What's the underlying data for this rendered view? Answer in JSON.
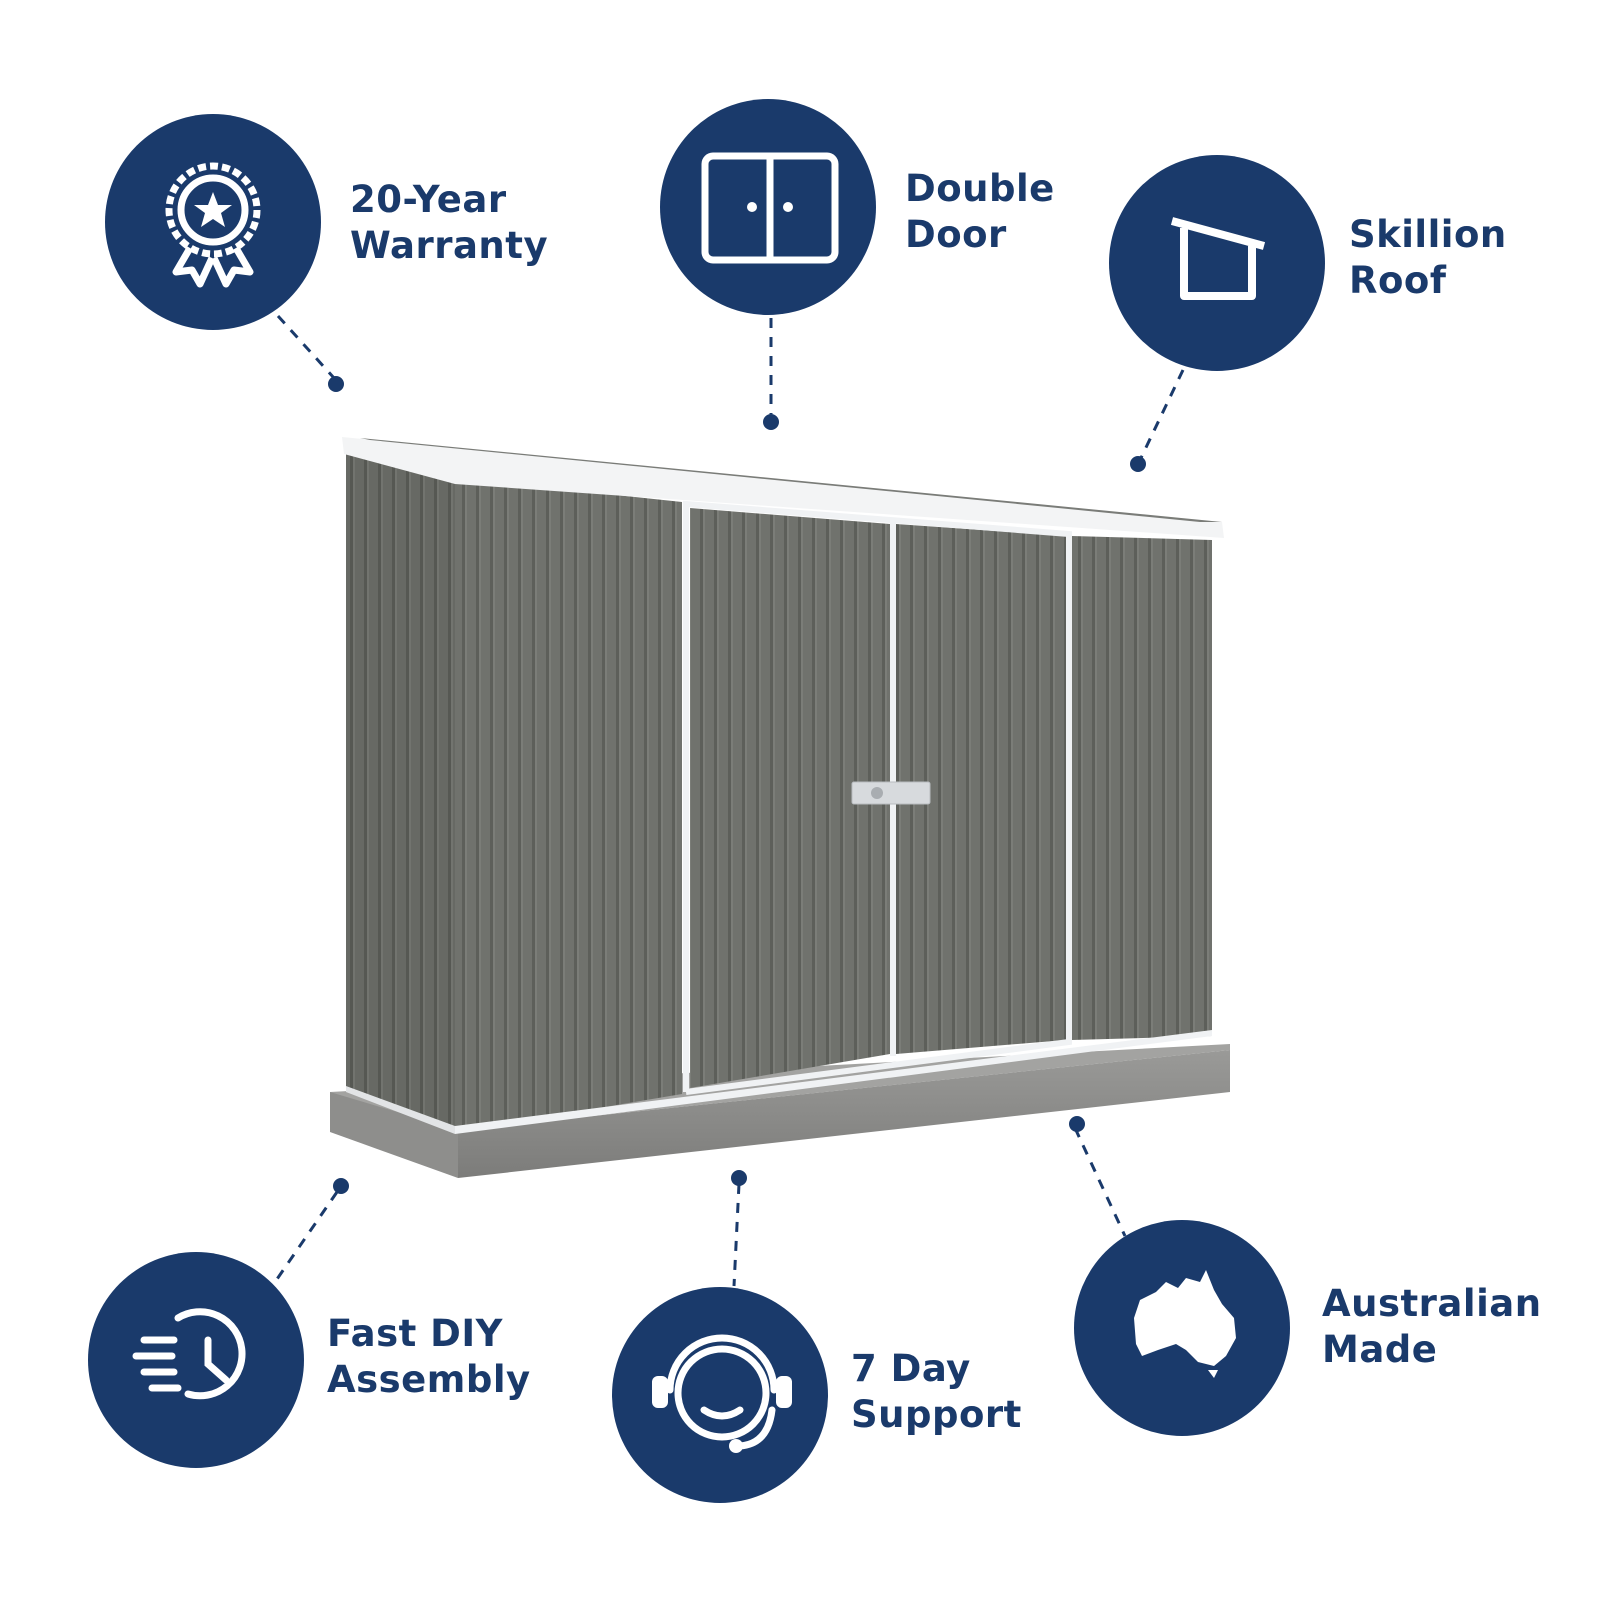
{
  "colors": {
    "brand_navy": "#1a3a6b",
    "shed_panel": "#6f716c",
    "trim_white": "#eef0f2",
    "concrete_base": "#8a8a88"
  },
  "features": [
    {
      "id": "warranty",
      "icon": "award-ribbon-star-icon",
      "line1": "20-Year",
      "line2": "Warranty"
    },
    {
      "id": "door",
      "icon": "double-door-icon",
      "line1": "Double",
      "line2": "Door"
    },
    {
      "id": "roof",
      "icon": "skillion-roof-icon",
      "line1": "Skillion",
      "line2": "Roof"
    },
    {
      "id": "assembly",
      "icon": "fast-clock-icon",
      "line1": "Fast DIY",
      "line2": "Assembly"
    },
    {
      "id": "support",
      "icon": "headset-support-icon",
      "line1": "7 Day",
      "line2": "Support"
    },
    {
      "id": "origin",
      "icon": "australia-map-icon",
      "line1": "Australian",
      "line2": "Made"
    }
  ]
}
